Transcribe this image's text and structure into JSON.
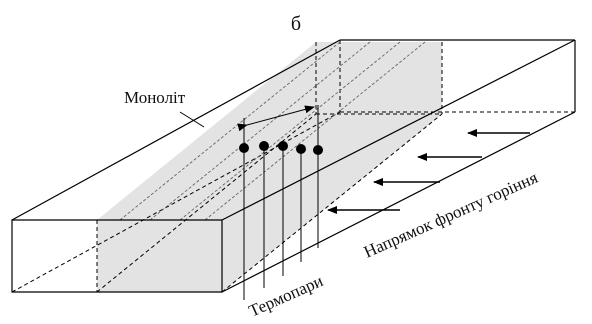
{
  "figure": {
    "panel_letter": "б",
    "labels": {
      "monolith": "Моноліт",
      "thermocouples": "Термопари",
      "front_direction": "Напрямок фронту горіння"
    }
  }
}
